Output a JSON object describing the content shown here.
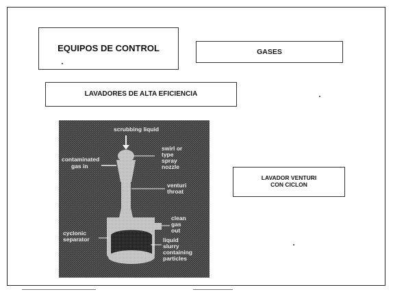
{
  "slide": {
    "title": "EQUIPOS DE CONTROL",
    "category": "GASES",
    "subtitle": "LAVADORES DE ALTA EFICIENCIA",
    "caption_line1": "LAVADOR VENTURI",
    "caption_line2": "CON CICLON"
  },
  "figure": {
    "labels": {
      "scrubbing_liquid": "scrubbing liquid",
      "contaminated_gas": "contaminated",
      "gas_in": "gas in",
      "nozzle_1": "swirl or",
      "nozzle_2": "type",
      "nozzle_3": "spray",
      "nozzle_4": "nozzle",
      "throat_1": "venturi",
      "throat_2": "throat",
      "gas_out_1": "clean",
      "gas_out_2": "gas",
      "gas_out_3": "out",
      "sep_1": "cyclonic",
      "sep_2": "separator",
      "slurry_1": "liquid",
      "slurry_2": "slurry",
      "slurry_3": "containing",
      "slurry_4": "particles"
    }
  },
  "colors": {
    "figure_bg": "#4a4a4a",
    "figure_fg": "#e8e8e8"
  }
}
